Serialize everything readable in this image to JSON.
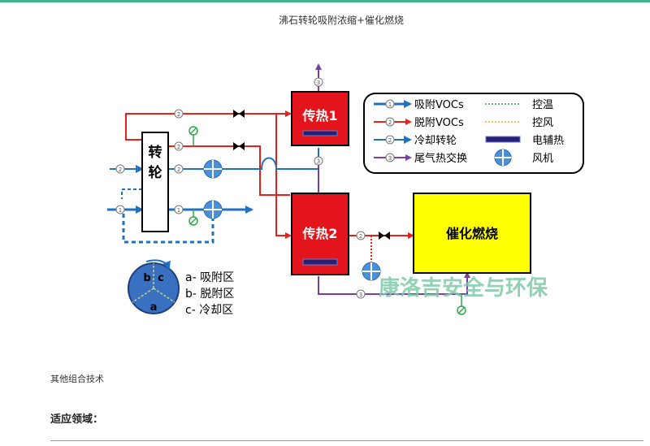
{
  "page": {
    "caption": "沸石转轮吸附浓缩+催化燃烧",
    "other_tech": "其他组合技术",
    "apply_label": "适应领域："
  },
  "diagram": {
    "rotor_label": [
      "转",
      "轮"
    ],
    "heat_exchanger_1": "传热1",
    "heat_exchanger_2": "传热2",
    "catalytic_combustion": "催化燃烧",
    "watermark": "康洛吉安全与环保",
    "stream_numbers": [
      "1",
      "2",
      "3"
    ],
    "zones": {
      "disk_letters": [
        "b",
        "c",
        "a"
      ],
      "labels": [
        "a- 吸附区",
        "b- 脱附区",
        "c- 冷却区"
      ]
    },
    "legend": [
      {
        "num": "1",
        "label": "吸附VOCs",
        "color": "#1f72c0"
      },
      {
        "num": "2",
        "label": "脱附VOCs",
        "color": "#e8201a"
      },
      {
        "num": "2",
        "label": "冷却转轮",
        "color": "#1f72c0"
      },
      {
        "num": "3",
        "label": "尾气热交换",
        "color": "#7a3fa6"
      }
    ],
    "legend_right": [
      {
        "label": "控温",
        "style": "green-dotted"
      },
      {
        "label": "控风",
        "style": "orange-dotted"
      },
      {
        "label": "电辅热",
        "style": "heater-bar"
      },
      {
        "label": "风机",
        "style": "fan"
      }
    ],
    "colors": {
      "blue": "#1f72c0",
      "red": "#e8201a",
      "purple": "#7a3fa6",
      "green": "#2fa84f",
      "hx_fill": "#e3141b",
      "combustor_fill": "#ffff00",
      "heater_bar": "#2a1f6e",
      "watermark": "#7fc9a7"
    }
  }
}
